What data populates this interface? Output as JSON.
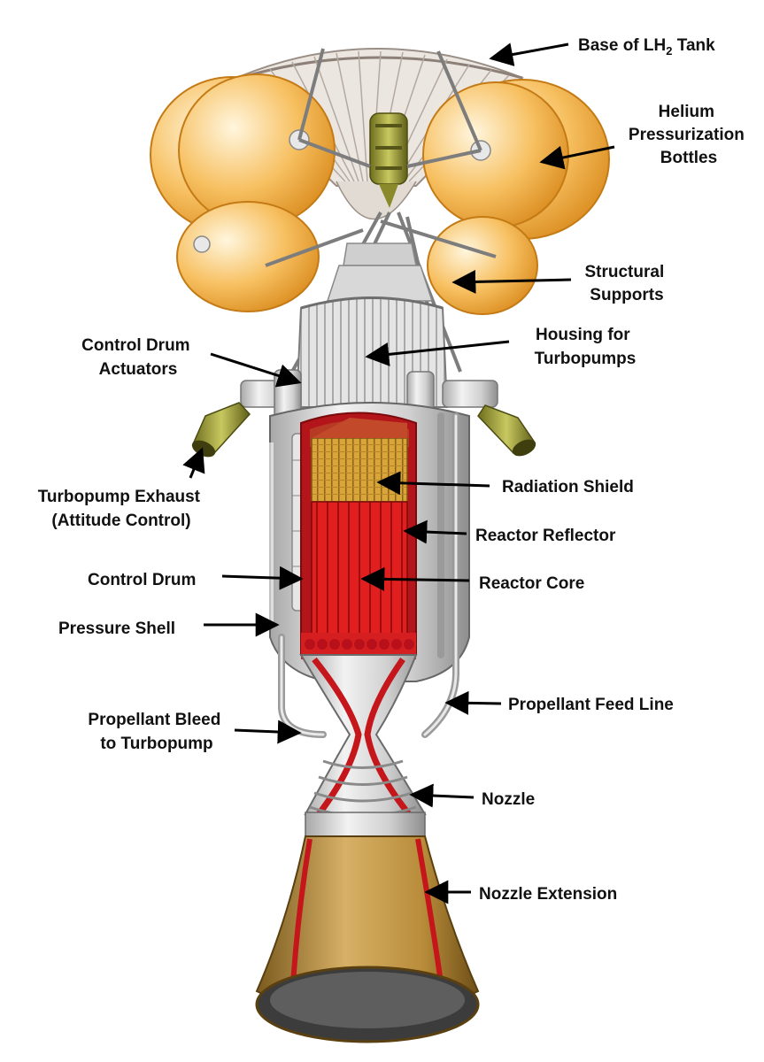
{
  "labels": {
    "base_tank_prefix": "Base of LH",
    "base_tank_subscript": "2",
    "base_tank_suffix": " Tank",
    "helium_line1": "Helium",
    "helium_line2": "Pressurization",
    "helium_line3": "Bottles",
    "structural_line1": "Structural",
    "structural_line2": "Supports",
    "housing_line1": "Housing for",
    "housing_line2": "Turbopumps",
    "actuators_line1": "Control Drum",
    "actuators_line2": "Actuators",
    "exhaust_line1": "Turbopump Exhaust",
    "exhaust_line2": "(Attitude Control)",
    "radiation_shield": "Radiation Shield",
    "reactor_reflector": "Reactor Reflector",
    "reactor_core": "Reactor Core",
    "control_drum": "Control Drum",
    "pressure_shell": "Pressure Shell",
    "feed_line": "Propellant Feed Line",
    "bleed_line1": "Propellant Bleed",
    "bleed_line2": "to Turbopump",
    "nozzle": "Nozzle",
    "nozzle_extension": "Nozzle Extension"
  },
  "colors": {
    "helium_bottle": "#f5b24a",
    "helium_highlight": "#fff3d6",
    "reactor_core": "#d8191c",
    "radiation_shield": "#d9a53a",
    "housing_metal": "#d9d9d9",
    "nozzle_extension": "#b8913f",
    "tank_base": "#e8e2dd",
    "turbopump_olive": "#9a9a3a"
  }
}
